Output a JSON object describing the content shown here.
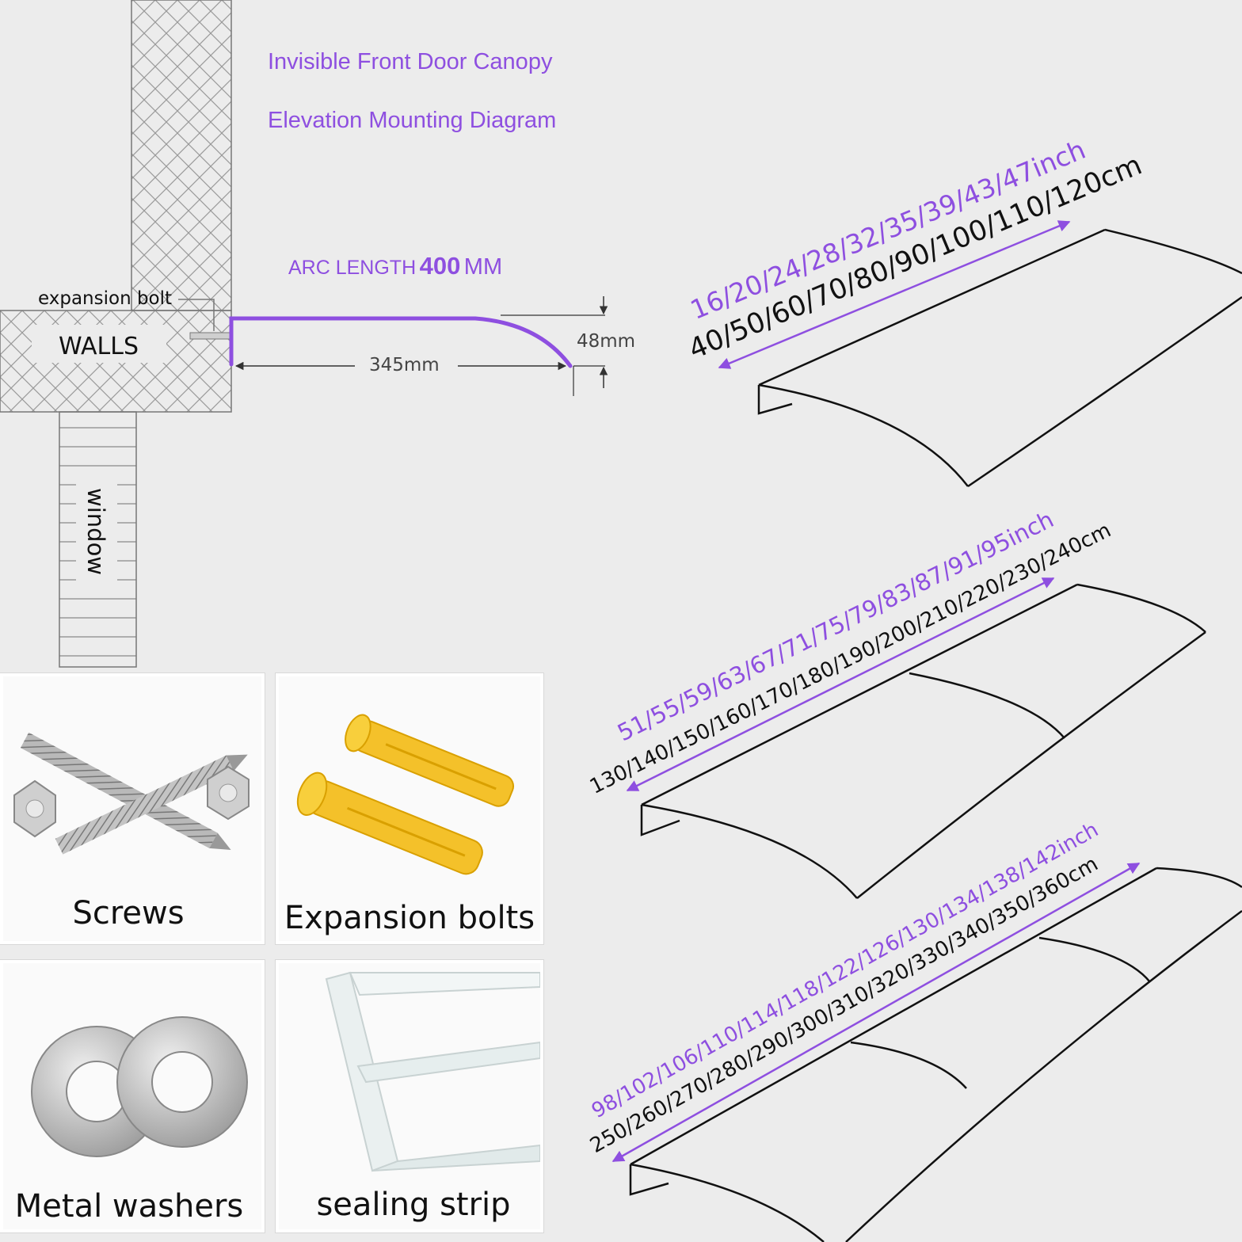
{
  "title": {
    "line1": "Invisible Front Door Canopy",
    "line2": "Elevation Mounting Diagram"
  },
  "elevation": {
    "arc_prefix": "ARC LENGTH",
    "arc_value": "400",
    "arc_unit": "MM",
    "expansion_bolt": "expansion bolt",
    "walls": "WALLS",
    "window": "window",
    "horizontal_dim": "345mm",
    "vertical_dim": "48mm"
  },
  "canopies": [
    {
      "inch": "16/20/24/28/32/35/39/43/47inch",
      "cm": "40/50/60/70/80/90/100/110/120cm"
    },
    {
      "inch": "51/55/59/63/67/71/75/79/83/87/91/95inch",
      "cm": "130/140/150/160/170/180/190/200/210/220/230/240cm"
    },
    {
      "inch": "98/102/106/110/114/118/122/126/130/134/138/142inch",
      "cm": "250/260/270/280/290/300/310/320/330/340/350/360cm"
    }
  ],
  "accessories": {
    "screws": "Screws",
    "expansion_bolts": "Expansion bolts",
    "washers": "Metal washers",
    "sealing_strip": "sealing strip"
  },
  "colors": {
    "accent": "#8e4fe0",
    "line": "#111111",
    "background": "#ececec"
  }
}
